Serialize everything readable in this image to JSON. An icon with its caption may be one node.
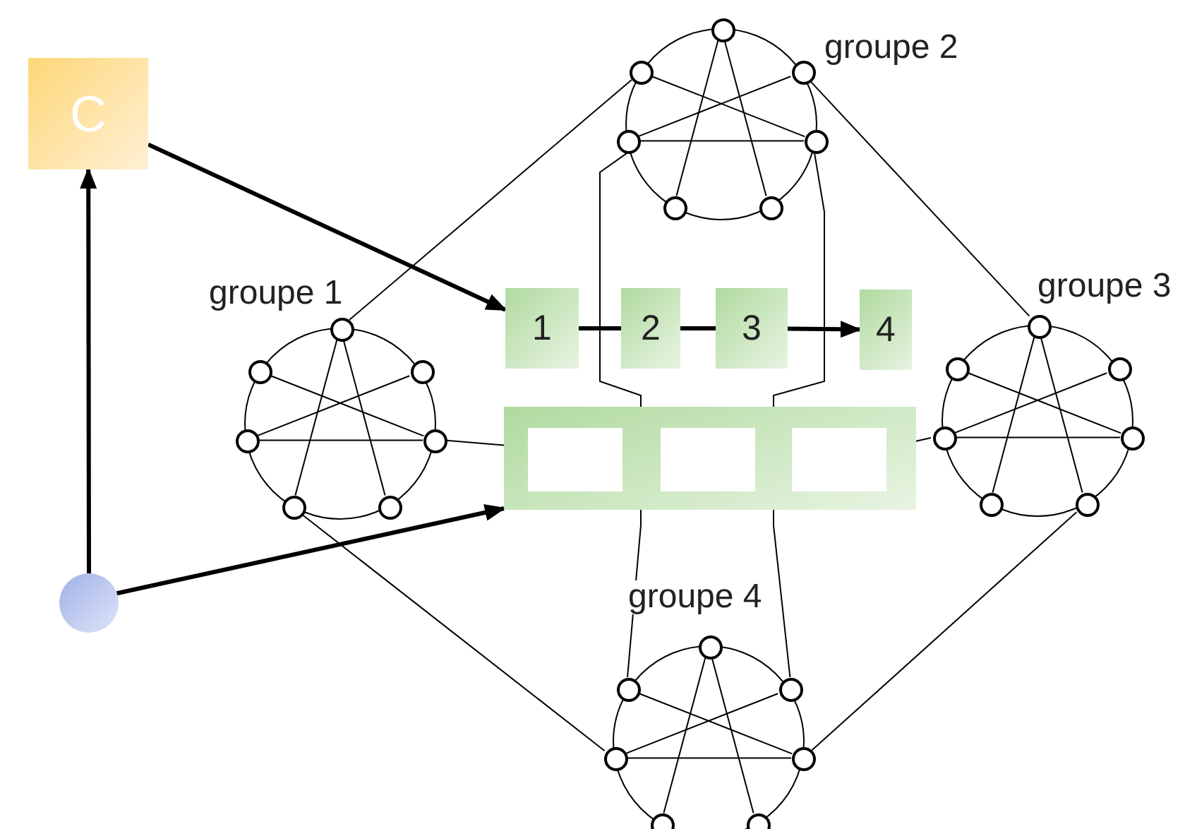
{
  "diagram": {
    "nodes": [
      {
        "text": [
          "C"
        ]
      },
      {
        "text": [],
        "shape": "circle"
      },
      {
        "text": [
          "1"
        ]
      },
      {
        "text": [
          "2"
        ]
      },
      {
        "text": [
          "3"
        ]
      },
      {
        "text": [
          "4"
        ]
      },
      {
        "text": [],
        "shape": "bar"
      },
      {
        "text": [],
        "shape": "box",
        "in": 6
      },
      {
        "text": [],
        "shape": "box",
        "in": 6
      },
      {
        "text": [],
        "shape": "box",
        "in": 6
      },
      {
        "text": [
          "groupe 1"
        ]
      },
      {
        "text": [
          "groupe 2"
        ]
      },
      {
        "text": [
          "groupe 3"
        ]
      },
      {
        "text": [
          "groupe 4"
        ]
      },
      {
        "text": [],
        "shape": "circle",
        "in": 10
      },
      {
        "text": [],
        "shape": "circle",
        "in": 10
      },
      {
        "text": [],
        "shape": "circle",
        "in": 10
      },
      {
        "text": [],
        "shape": "circle",
        "in": 10
      },
      {
        "text": [],
        "shape": "circle",
        "in": 10
      },
      {
        "text": [],
        "shape": "circle",
        "in": 10
      },
      {
        "text": [],
        "shape": "circle",
        "in": 10
      },
      {
        "text": [],
        "shape": "circle",
        "in": 11
      },
      {
        "text": [],
        "shape": "circle",
        "in": 11
      },
      {
        "text": [],
        "shape": "circle",
        "in": 11
      },
      {
        "text": [],
        "shape": "circle",
        "in": 11
      },
      {
        "text": [],
        "shape": "circle",
        "in": 11
      },
      {
        "text": [],
        "shape": "circle",
        "in": 11
      },
      {
        "text": [],
        "shape": "circle",
        "in": 11
      },
      {
        "text": [],
        "shape": "circle",
        "in": 12
      },
      {
        "text": [],
        "shape": "circle",
        "in": 12
      },
      {
        "text": [],
        "shape": "circle",
        "in": 12
      },
      {
        "text": [],
        "shape": "circle",
        "in": 12
      },
      {
        "text": [],
        "shape": "circle",
        "in": 12
      },
      {
        "text": [],
        "shape": "circle",
        "in": 12
      },
      {
        "text": [],
        "shape": "circle",
        "in": 12
      },
      {
        "text": [],
        "shape": "circle",
        "in": 13
      },
      {
        "text": [],
        "shape": "circle",
        "in": 13
      },
      {
        "text": [],
        "shape": "circle",
        "in": 13
      },
      {
        "text": [],
        "shape": "circle",
        "in": 13
      },
      {
        "text": [],
        "shape": "circle",
        "in": 13
      },
      {
        "text": [],
        "shape": "circle",
        "in": 13
      },
      {
        "text": [],
        "shape": "circle",
        "in": 13
      }
    ],
    "edges": [
      {
        "from": 1,
        "to": 0,
        "arrow": "to",
        "style": "thick"
      },
      {
        "from": 0,
        "to": 2,
        "arrow": "to",
        "style": "thick"
      },
      {
        "from": 1,
        "to": 6,
        "arrow": "to",
        "style": "thick"
      },
      {
        "from": 2,
        "to": 3,
        "arrow": "none",
        "style": "thick"
      },
      {
        "from": 3,
        "to": 4,
        "arrow": "none",
        "style": "thick"
      },
      {
        "from": 4,
        "to": 5,
        "arrow": "to",
        "style": "thick"
      },
      {
        "from": 14,
        "to": 19,
        "arrow": "none"
      },
      {
        "from": 14,
        "to": 20,
        "arrow": "none"
      },
      {
        "from": 15,
        "to": 18,
        "arrow": "none"
      },
      {
        "from": 16,
        "to": 17,
        "arrow": "none"
      },
      {
        "from": 17,
        "to": 18,
        "arrow": "none"
      },
      {
        "from": 21,
        "to": 26,
        "arrow": "none"
      },
      {
        "from": 21,
        "to": 27,
        "arrow": "none"
      },
      {
        "from": 22,
        "to": 25,
        "arrow": "none"
      },
      {
        "from": 23,
        "to": 24,
        "arrow": "none"
      },
      {
        "from": 24,
        "to": 25,
        "arrow": "none"
      },
      {
        "from": 28,
        "to": 33,
        "arrow": "none"
      },
      {
        "from": 28,
        "to": 34,
        "arrow": "none"
      },
      {
        "from": 29,
        "to": 32,
        "arrow": "none"
      },
      {
        "from": 30,
        "to": 31,
        "arrow": "none"
      },
      {
        "from": 31,
        "to": 32,
        "arrow": "none"
      },
      {
        "from": 35,
        "to": 40,
        "arrow": "none"
      },
      {
        "from": 35,
        "to": 41,
        "arrow": "none"
      },
      {
        "from": 36,
        "to": 39,
        "arrow": "none"
      },
      {
        "from": 37,
        "to": 38,
        "arrow": "none"
      },
      {
        "from": 38,
        "to": 39,
        "arrow": "none"
      },
      {
        "from": 14,
        "to": 22,
        "arrow": "none"
      },
      {
        "from": 24,
        "to": 36,
        "arrow": "none"
      },
      {
        "from": 25,
        "to": 37,
        "arrow": "none"
      },
      {
        "from": 23,
        "to": 28,
        "arrow": "none"
      },
      {
        "from": 19,
        "to": 38,
        "arrow": "none"
      },
      {
        "from": 39,
        "to": 34,
        "arrow": "none"
      },
      {
        "from": 18,
        "to": 6,
        "arrow": "none"
      },
      {
        "from": 6,
        "to": 31,
        "arrow": "none"
      }
    ]
  }
}
